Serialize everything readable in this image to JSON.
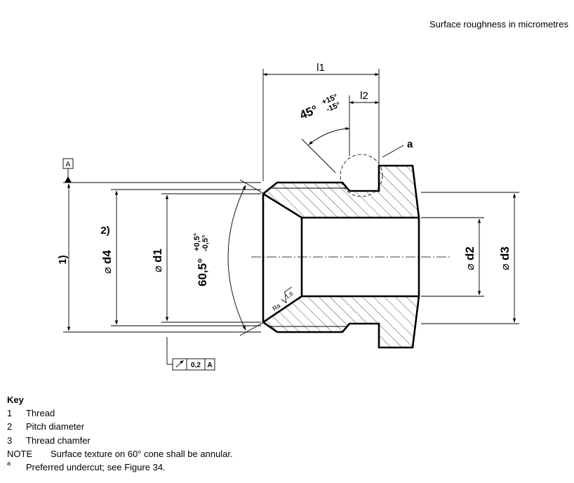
{
  "caption": "Surface roughness in micrometres",
  "dimensions": {
    "l1": "l1",
    "l2": "l2",
    "angle_chamfer": "45°",
    "angle_chamfer_tol_upper": "+15°",
    "angle_chamfer_tol_lower": "-15°",
    "angle_cone": "60,5°",
    "angle_cone_tol_upper": "+0,5°",
    "angle_cone_tol_lower": "-0,5°",
    "d1": "d1",
    "d2": "d2",
    "d3": "d3",
    "d4": "d4",
    "diameter_symbol": "⌀",
    "ref_1": "1)",
    "ref_2": "2)",
    "undercut_label": "a",
    "datum": "A",
    "tolerance_value": "0,2",
    "tolerance_datum": "A",
    "roughness_label": "Ra",
    "roughness_value": "1,6"
  },
  "key": {
    "title": "Key",
    "items": [
      {
        "num": "1",
        "text": "Thread"
      },
      {
        "num": "2",
        "text": "Pitch diameter"
      },
      {
        "num": "3",
        "text": "Thread chamfer"
      }
    ],
    "note_label": "NOTE",
    "note_text": "Surface texture on 60° cone shall be annular.",
    "footnote_mark": "a",
    "footnote_text": "Preferred undercut; see Figure 34."
  }
}
